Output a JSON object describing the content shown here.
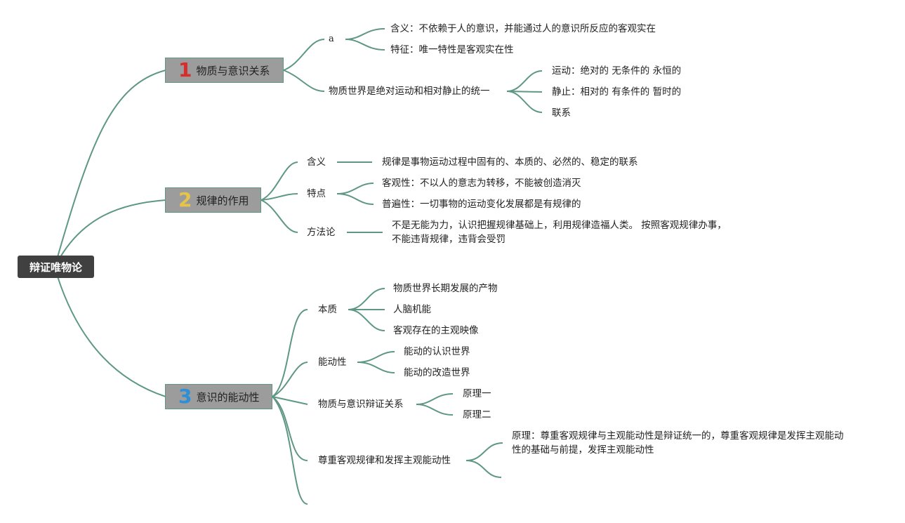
{
  "root": {
    "label": "辩证唯物论"
  },
  "colors": {
    "link": "#5e9784",
    "root_bg": "#404040",
    "branch_bg": "#9c9c9c",
    "num1": "#d62d2d",
    "num2": "#e6c34a",
    "num3": "#2d8fd6"
  },
  "b1": {
    "num": "1",
    "label": "物质与意识关系",
    "a": {
      "label": "a",
      "meaning": "含义：不依赖于人的意识，并能通过人的意识所反应的客观实在",
      "feature": "特征：唯一特性是客观实在性"
    },
    "unity": {
      "label": "物质世界是绝对运动和相对静止的统一",
      "motion": "运动：绝对的 无条件的 永恒的",
      "rest": "静止：相对的 有条件的 暂时的",
      "link": "联系"
    }
  },
  "b2": {
    "num": "2",
    "label": "规律的作用",
    "meaning": {
      "label": "含义",
      "text": "规律是事物运动过程中固有的、本质的、必然的、稳定的联系"
    },
    "traits": {
      "label": "特点",
      "objective": "客观性：不以人的意志为转移，不能被创造消灭",
      "universal": "普遍性：一切事物的运动变化发展都是有规律的"
    },
    "method": {
      "label": "方法论",
      "line1": "不是无能为力，认识把握规律基础上，利用规律造福人类。 按照客观规律办事，",
      "line2": "不能违背规律，违背会受罚"
    }
  },
  "b3": {
    "num": "3",
    "label": "意识的能动性",
    "essence": {
      "label": "本质",
      "items": [
        "物质世界长期发展的产物",
        "人脑机能",
        "客观存在的主观映像"
      ]
    },
    "agency": {
      "label": "能动性",
      "items": [
        "能动的认识世界",
        "能动的改造世界"
      ]
    },
    "dialectic": {
      "label": "物质与意识辩证关系",
      "items": [
        "原理一",
        "原理二"
      ]
    },
    "respect": {
      "label": "尊重客观规律和发挥主观能动性",
      "line1": "原理：尊重客观规律与主观能动性是辩证统一的，尊重客观规律是发挥主观能动",
      "line2": "性的基础与前提，发挥主观能动性"
    }
  }
}
